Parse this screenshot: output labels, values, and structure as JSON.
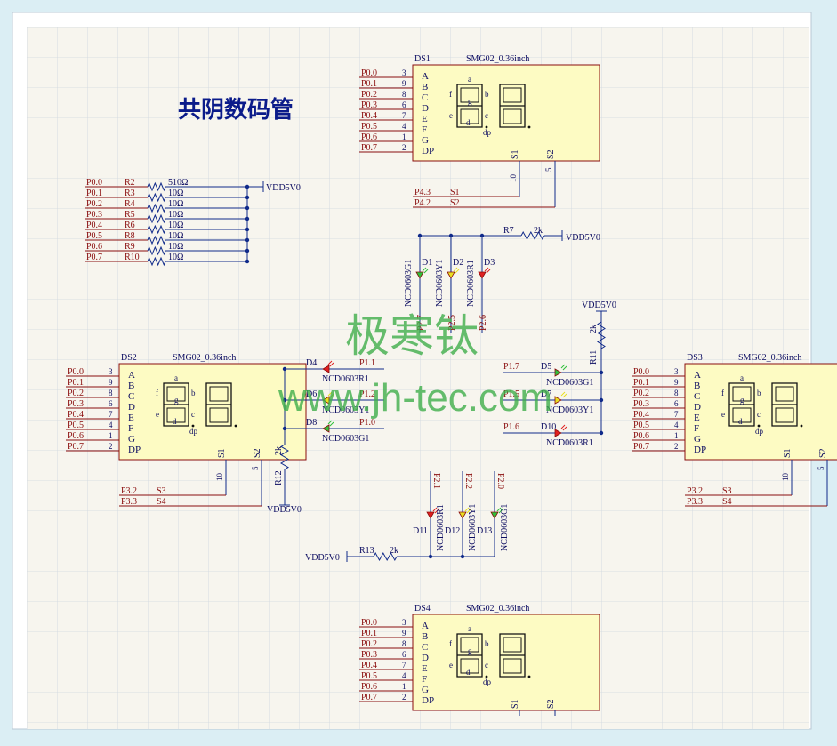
{
  "title": "共阴数码管",
  "watermark": {
    "line1": "极寒钛",
    "line2": "www.jh-tec.com"
  },
  "power_label": "VDD5V0",
  "display_model": "SMG02_0.36inch",
  "segment_pins": [
    "A",
    "B",
    "C",
    "D",
    "E",
    "F",
    "G",
    "DP"
  ],
  "segment_port_labels": [
    "P0.0",
    "P0.1",
    "P0.2",
    "P0.3",
    "P0.4",
    "P0.5",
    "P0.6",
    "P0.7"
  ],
  "segment_pin_numbers": [
    "3",
    "9",
    "8",
    "6",
    "7",
    "4",
    "1",
    "2"
  ],
  "digit_select_labels": {
    "s1": "S1",
    "s2": "S2",
    "s1_pin": "10",
    "s2_pin": "5"
  },
  "seg_letters": [
    "a",
    "b",
    "c",
    "d",
    "e",
    "f",
    "g",
    "dp"
  ],
  "displays": [
    {
      "ref": "DS1",
      "sel": [
        {
          "port": "P4.3",
          "name": "S1"
        },
        {
          "port": "P4.2",
          "name": "S2"
        }
      ]
    },
    {
      "ref": "DS2",
      "sel": [
        {
          "port": "P3.2",
          "name": "S3"
        },
        {
          "port": "P3.3",
          "name": "S4"
        }
      ]
    },
    {
      "ref": "DS3",
      "sel": [
        {
          "port": "P3.2",
          "name": "S3"
        },
        {
          "port": "P3.3",
          "name": "S4"
        }
      ]
    },
    {
      "ref": "DS4",
      "sel": []
    }
  ],
  "resistor_network": {
    "ports": [
      "P0.0",
      "P0.1",
      "P0.2",
      "P0.3",
      "P0.4",
      "P0.5",
      "P0.6",
      "P0.7"
    ],
    "refs": [
      "R2",
      "R3",
      "R4",
      "R5",
      "R6",
      "R8",
      "R9",
      "R10"
    ],
    "values": [
      "510Ω",
      "10Ω",
      "10Ω",
      "10Ω",
      "10Ω",
      "10Ω",
      "10Ω",
      "10Ω"
    ]
  },
  "top_leds": {
    "resistor": {
      "ref": "R7",
      "value": "2k"
    },
    "leds": [
      {
        "ref": "D1",
        "part": "NCD0603G1",
        "port": "P2.7"
      },
      {
        "ref": "D2",
        "part": "NCD0603Y1",
        "port": "P2.5"
      },
      {
        "ref": "D3",
        "part": "NCD0603R1",
        "port": "P2.6"
      }
    ]
  },
  "left_leds": {
    "resistor": {
      "ref": "R12",
      "value": "2k"
    },
    "leds": [
      {
        "ref": "D4",
        "part": "NCD0603R1",
        "port": "P1.1"
      },
      {
        "ref": "D6",
        "part": "NCD0603Y1",
        "port": "P1.2"
      },
      {
        "ref": "D8",
        "part": "NCD0603G1",
        "port": "P1.0"
      }
    ]
  },
  "right_leds": {
    "resistor": {
      "ref": "R11",
      "value": "2k"
    },
    "leds": [
      {
        "ref": "D5",
        "part": "NCD0603G1",
        "port": "P1.7"
      },
      {
        "ref": "D7",
        "part": "NCD0603Y1",
        "port": "P1.5"
      },
      {
        "ref": "D10",
        "part": "NCD0603R1",
        "port": "P1.6"
      }
    ]
  },
  "bottom_leds": {
    "resistor": {
      "ref": "R13",
      "value": "2k"
    },
    "leds": [
      {
        "ref": "D11",
        "part": "NCD0603R1",
        "port": "P2.1"
      },
      {
        "ref": "D12",
        "part": "NCD0603Y1",
        "port": "P2.2"
      },
      {
        "ref": "D13",
        "part": "NCD0603G1",
        "port": "P2.0"
      }
    ]
  },
  "colors": {
    "wire": "#102a8a",
    "pin_label": "#8a0d0d",
    "component_fill": "#fdfbc3",
    "grid": "#cfd6df",
    "sheet": "#f7f5ee",
    "watermark": "#3fae4a",
    "led_red": "#e02020",
    "led_yellow": "#e8e020",
    "led_green": "#2fbf3a"
  }
}
